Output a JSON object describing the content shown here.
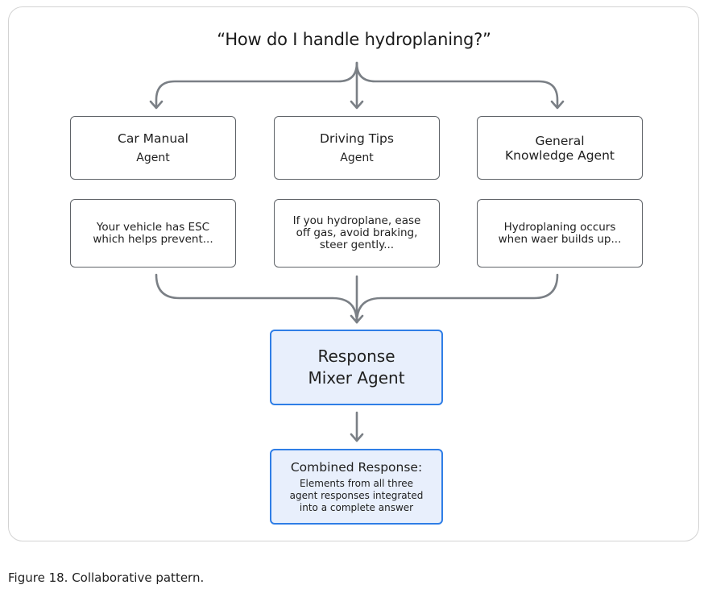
{
  "question": "“How do I handle hydroplaning?”",
  "agents": [
    {
      "line1": "Car Manual",
      "line2": "Agent"
    },
    {
      "line1": "Driving Tips",
      "line2": "Agent"
    },
    {
      "line1": "General",
      "line2": "Knowledge Agent"
    }
  ],
  "responses": [
    "Your vehicle has ESC\nwhich helps prevent...",
    "If you hydroplane, ease\noff gas, avoid braking,\nsteer gently...",
    "Hydroplaning occurs\nwhen waer builds up..."
  ],
  "mixer": "Response\nMixer Agent",
  "combined": {
    "title": "Combined Response:",
    "body": "Elements from all three\nagent responses integrated\ninto a complete answer"
  },
  "caption": "Figure 18. Collaborative pattern.",
  "colors": {
    "arrow": "#7a7f85",
    "box_border": "#5f6368",
    "highlight_fill": "#e8effc",
    "highlight_border": "#2f7ee6"
  }
}
